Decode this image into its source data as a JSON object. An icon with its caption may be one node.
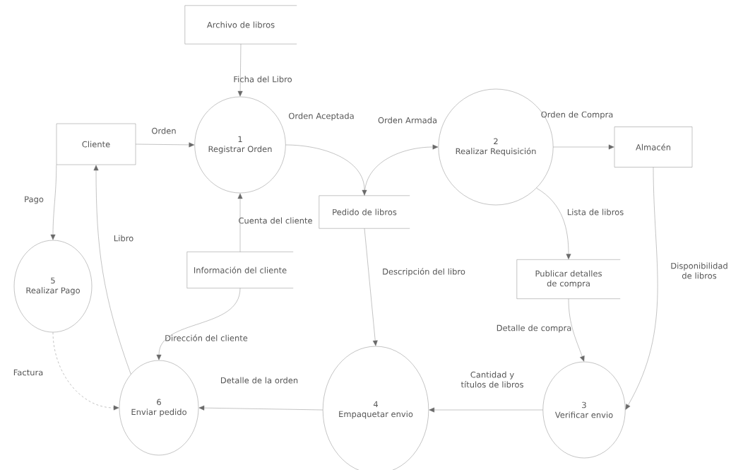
{
  "diagram": {
    "nodes": [
      {
        "text": [
          "Archivo de libros"
        ]
      },
      {
        "text": [
          "Cliente"
        ]
      },
      {
        "text": [
          "1",
          "Registrar Orden"
        ]
      },
      {
        "text": [
          "Pedido de libros"
        ]
      },
      {
        "text": [
          "2",
          "Realizar Requisición"
        ]
      },
      {
        "text": [
          "Almacén"
        ]
      },
      {
        "text": [
          "Información del cliente"
        ]
      },
      {
        "text": [
          "Publicar detalles de compra"
        ]
      },
      {
        "text": [
          "5",
          "Realizar Pago"
        ]
      },
      {
        "text": [
          "6",
          "Enviar pedido"
        ]
      },
      {
        "text": [
          "4",
          "Empaquetar envio"
        ]
      },
      {
        "text": [
          "3",
          "Verificar envio"
        ]
      }
    ],
    "edges": [
      {
        "from": 0,
        "to": 2,
        "arrow": "to",
        "label": "Ficha del Libro"
      },
      {
        "from": 1,
        "to": 2,
        "arrow": "to",
        "label": "Orden"
      },
      {
        "from": 2,
        "to": 3,
        "arrow": "to",
        "label": "Orden Aceptada"
      },
      {
        "from": 3,
        "to": 4,
        "arrow": "to",
        "label": "Orden Armada"
      },
      {
        "from": 4,
        "to": 5,
        "arrow": "to",
        "label": "Orden de Compra"
      },
      {
        "from": 4,
        "to": 7,
        "arrow": "to",
        "label": "Lista de libros"
      },
      {
        "from": 6,
        "to": 2,
        "arrow": "to",
        "label": "Cuenta del cliente"
      },
      {
        "from": 1,
        "to": 8,
        "arrow": "to",
        "label": "Pago"
      },
      {
        "from": 9,
        "to": 1,
        "arrow": "to",
        "label": "Libro"
      },
      {
        "from": 6,
        "to": 9,
        "arrow": "to",
        "label": "Dirección del cliente"
      },
      {
        "from": 8,
        "to": 9,
        "arrow": "to",
        "label": "Factura",
        "style": "dashed"
      },
      {
        "from": 10,
        "to": 9,
        "arrow": "to",
        "label": "Detalle de la orden"
      },
      {
        "from": 3,
        "to": 10,
        "arrow": "to",
        "label": "Descripción del libro"
      },
      {
        "from": 7,
        "to": 11,
        "arrow": "to",
        "label": "Detalle de compra"
      },
      {
        "from": 5,
        "to": 11,
        "arrow": "to",
        "label": "Disponibilidad de libros"
      },
      {
        "from": 11,
        "to": 10,
        "arrow": "to",
        "label": "Cantidad y títulos de libros"
      }
    ]
  }
}
